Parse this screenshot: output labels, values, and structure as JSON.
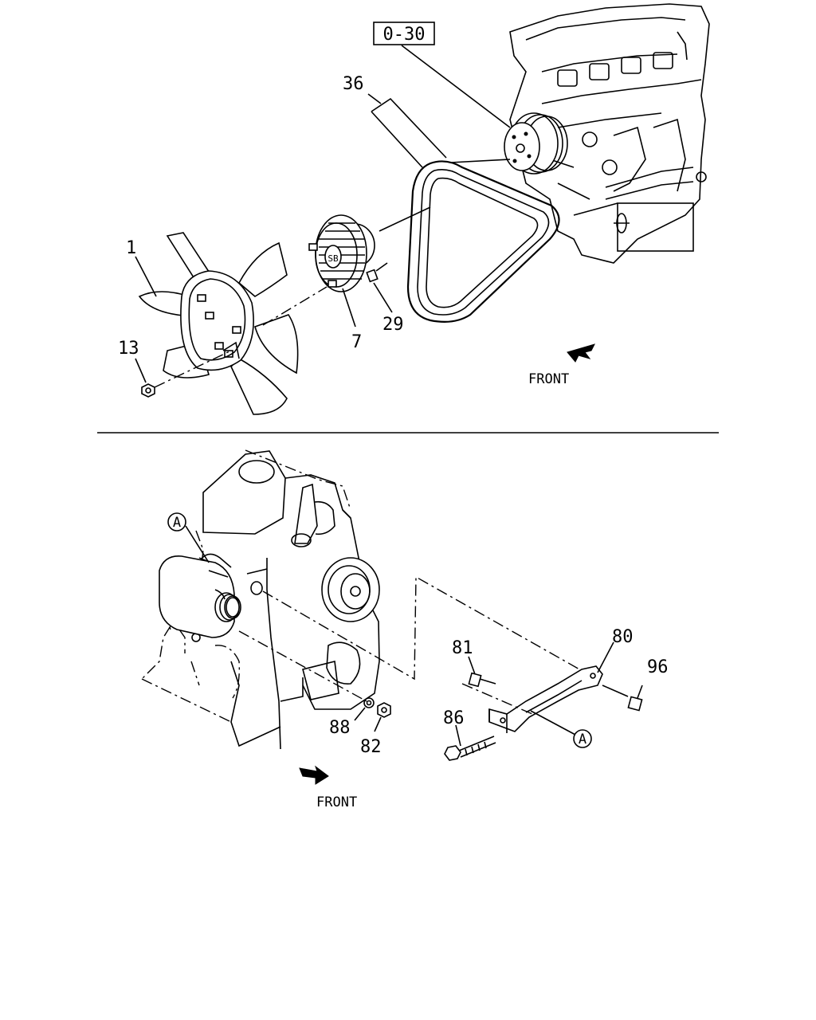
{
  "ref_box": "0-30",
  "callouts": {
    "c1": "1",
    "c13": "13",
    "c7": "7",
    "c29": "29",
    "c36": "36",
    "c80": "80",
    "c81": "81",
    "c82": "82",
    "c86": "86",
    "c88": "88",
    "c96": "96"
  },
  "front_labels": {
    "top": "FRONT",
    "bottom": "FRONT"
  },
  "markers": {
    "a_upper": "A",
    "a_lower": "A"
  }
}
